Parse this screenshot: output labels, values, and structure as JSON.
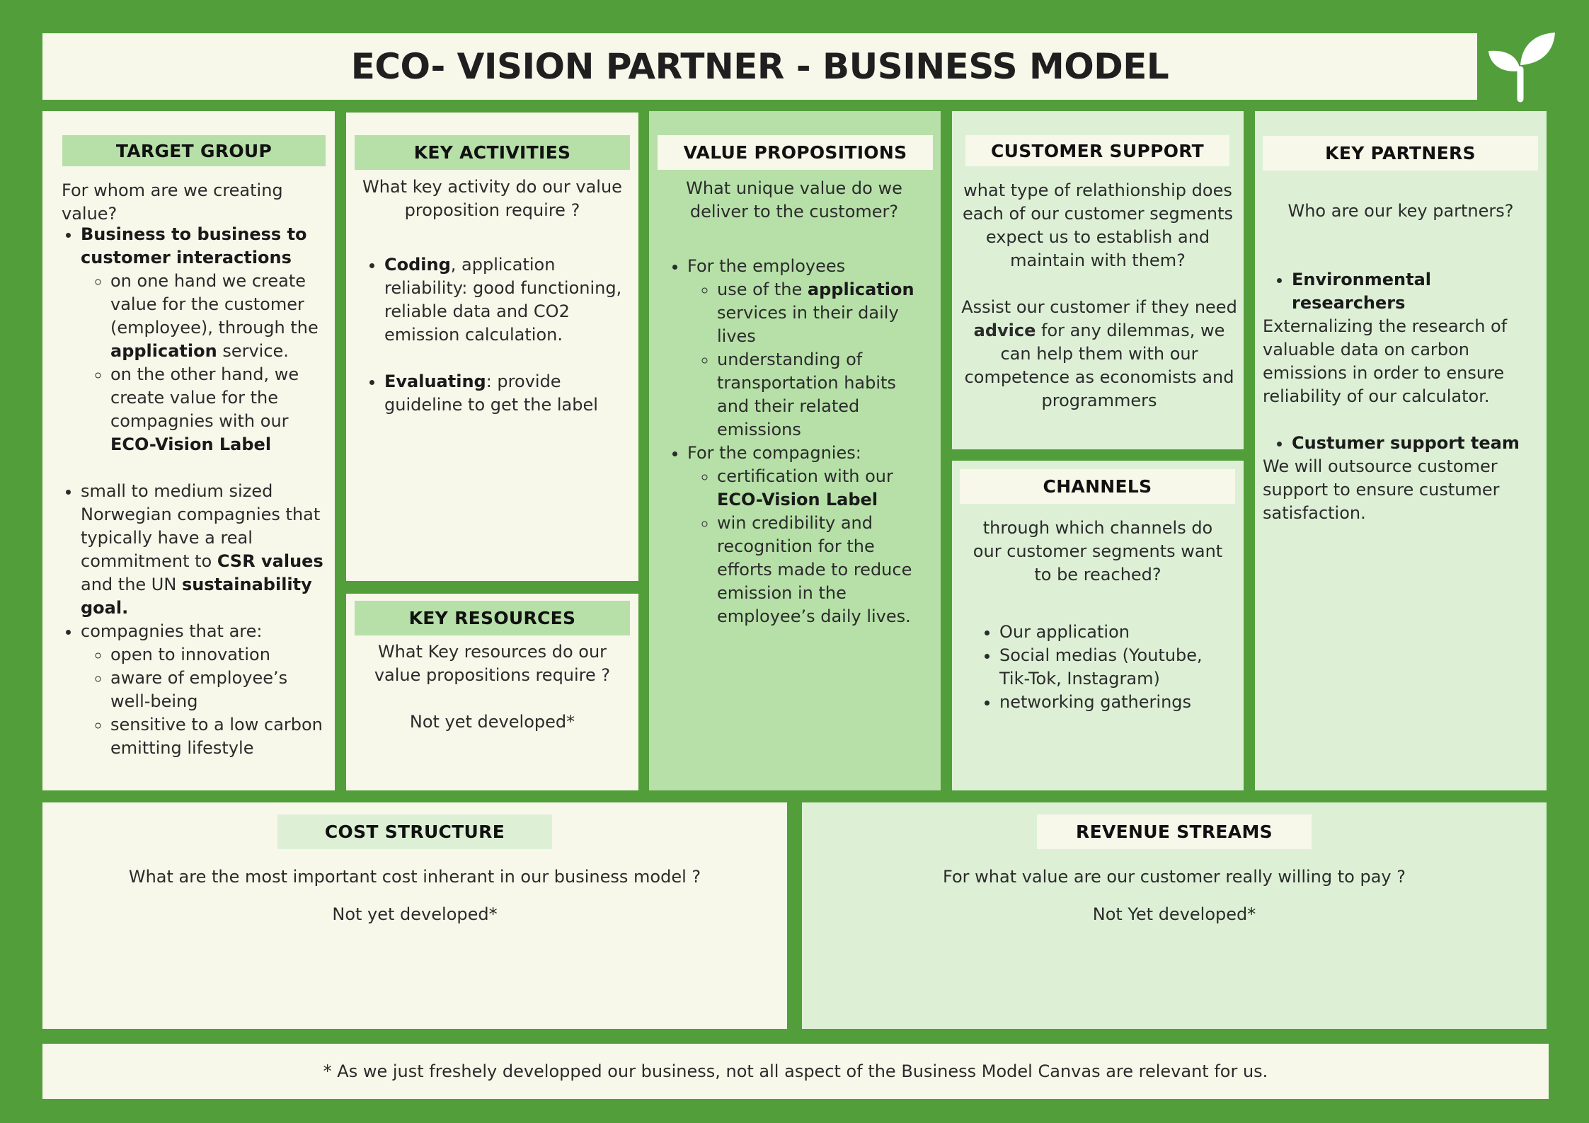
{
  "title": "ECO- VISION  PARTNER - BUSINESS MODEL",
  "colors": {
    "background": "#529e3a",
    "cream": "#f7f7ea",
    "light_green": "#ddf0d6",
    "mid_green": "#b6e0a8"
  },
  "icon": "sprout-icon",
  "target_group": {
    "label": "TARGET GROUP",
    "question": "For whom are we creating value?",
    "b1": "Business to business to customer interactions",
    "b1_s1_a": "on one hand we create value for the customer (employee), through the ",
    "b1_s1_b": "application",
    "b1_s1_c": " service.",
    "b1_s2_a": "on the other hand, we create value for the compagnies with our ",
    "b1_s2_b": "ECO-Vision Label",
    "b2_a": "small to medium sized Norwegian compagnies that typically have a real commitment to ",
    "b2_b": "CSR values",
    "b2_c": " and the UN ",
    "b2_d": "sustainability goal.",
    "b3": "compagnies that are:",
    "b3_s1": "open to innovation",
    "b3_s2": "aware of employee’s well-being",
    "b3_s3": "sensitive to a low carbon emitting lifestyle"
  },
  "key_activities": {
    "label": "KEY ACTIVITIES",
    "question": "What key activity do our value proposition require ?",
    "b1_a": "Coding",
    "b1_b": ", application reliability: good functioning, reliable data and CO2 emission calculation.",
    "b2_a": "Evaluating",
    "b2_b": ": provide guideline to get the label"
  },
  "key_resources": {
    "label": "KEY RESOURCES",
    "question": "What Key resources do our value propositions require ?",
    "note": "Not yet developed*"
  },
  "value_propositions": {
    "label": "VALUE PROPOSITIONS",
    "question": "What unique value do we deliver to the customer?",
    "b1": "For the employees",
    "b1_s1_a": "use of the ",
    "b1_s1_b": "application",
    "b1_s1_c": " services in their daily lives",
    "b1_s2": "understanding of transportation habits and their related emissions",
    "b2": "For the compagnies:",
    "b2_s1_a": "certification with our ",
    "b2_s1_b": "ECO-Vision Label",
    "b2_s2": "win credibility and recognition for the efforts made to reduce emission in the employee’s daily lives."
  },
  "customer_support": {
    "label": "CUSTOMER SUPPORT",
    "question": "what type of relathionship does each of our customer segments expect us to establish and maintain with them?",
    "answer_a": "Assist our customer if they need ",
    "answer_b": "advice",
    "answer_c": " for any dilemmas, we can help them with our competence as economists and programmers"
  },
  "channels": {
    "label": "CHANNELS",
    "question": "through which channels do our customer segments want to be reached?",
    "items": [
      "Our application",
      "Social medias (Youtube, Tik-Tok, Instagram)",
      "networking gatherings"
    ]
  },
  "key_partners": {
    "label": "KEY PARTNERS",
    "question": "Who are our key partners?",
    "p1_title": "Environmental researchers",
    "p1_text": "Externalizing the research of valuable data on carbon emissions in order to ensure reliability of our calculator.",
    "p2_title": "Custumer support team",
    "p2_text": "We will outsource customer support to ensure custumer satisfaction."
  },
  "cost_structure": {
    "label": "COST STRUCTURE",
    "question": "What are the most important cost inherant in our business model ?",
    "note": "Not yet developed*"
  },
  "revenue_streams": {
    "label": "REVENUE STREAMS",
    "question": "For what value are our customer really willing to pay ?",
    "note": "Not Yet developed*"
  },
  "footnote": "* As we just freshely developped our business, not all aspect of the Business Model Canvas are relevant for us."
}
